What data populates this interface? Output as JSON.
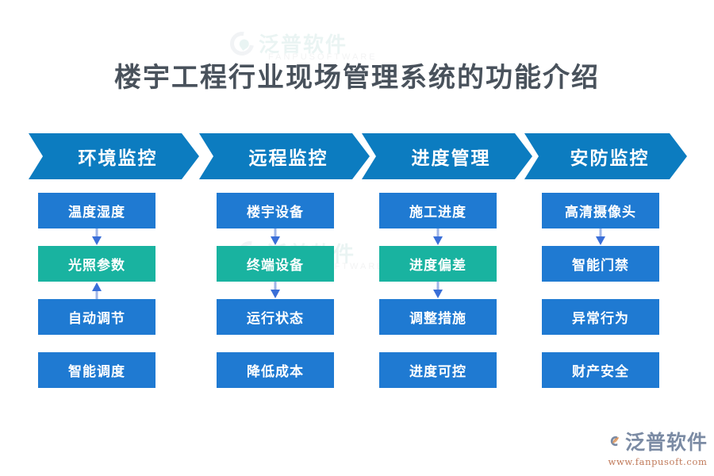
{
  "page": {
    "title": "楼宇工程行业现场管理系统的功能介绍",
    "background_color": "#ffffff",
    "title_color": "#49525c"
  },
  "colors": {
    "chevron_blue": "#0c7cc0",
    "node_blue": "#1f7ad2",
    "node_green": "#19b3a0",
    "arrow_head": "#3a6fd8",
    "arrow_stem": "#9fb6e8",
    "logo_gray_blue": "#7b8ba4",
    "logo_orange": "#c07a5a"
  },
  "watermark": {
    "text": "泛普软件",
    "subtext": "FANPUSOFTWARE"
  },
  "brand": {
    "name": "泛普软件",
    "url": "www.fanpusoft.com",
    "mark_icon": "fanpu-logo-icon"
  },
  "columns": [
    {
      "header": "环境监控",
      "nodes": [
        {
          "label": "温度湿度",
          "color": "blue"
        },
        {
          "label": "光照参数",
          "color": "green"
        },
        {
          "label": "自动调节",
          "color": "blue"
        },
        {
          "label": "智能调度",
          "color": "blue"
        }
      ],
      "connectors": [
        "down",
        "up",
        "none"
      ]
    },
    {
      "header": "远程监控",
      "nodes": [
        {
          "label": "楼宇设备",
          "color": "blue"
        },
        {
          "label": "终端设备",
          "color": "green"
        },
        {
          "label": "运行状态",
          "color": "blue"
        },
        {
          "label": "降低成本",
          "color": "blue"
        }
      ],
      "connectors": [
        "down",
        "down",
        "none"
      ]
    },
    {
      "header": "进度管理",
      "nodes": [
        {
          "label": "施工进度",
          "color": "blue"
        },
        {
          "label": "进度偏差",
          "color": "green"
        },
        {
          "label": "调整措施",
          "color": "blue"
        },
        {
          "label": "进度可控",
          "color": "blue"
        }
      ],
      "connectors": [
        "down",
        "down",
        "none"
      ]
    },
    {
      "header": "安防监控",
      "nodes": [
        {
          "label": "高清摄像头",
          "color": "blue"
        },
        {
          "label": "智能门禁",
          "color": "blue"
        },
        {
          "label": "异常行为",
          "color": "blue"
        },
        {
          "label": "财产安全",
          "color": "blue"
        }
      ],
      "connectors": [
        "down",
        "none",
        "none"
      ]
    }
  ]
}
